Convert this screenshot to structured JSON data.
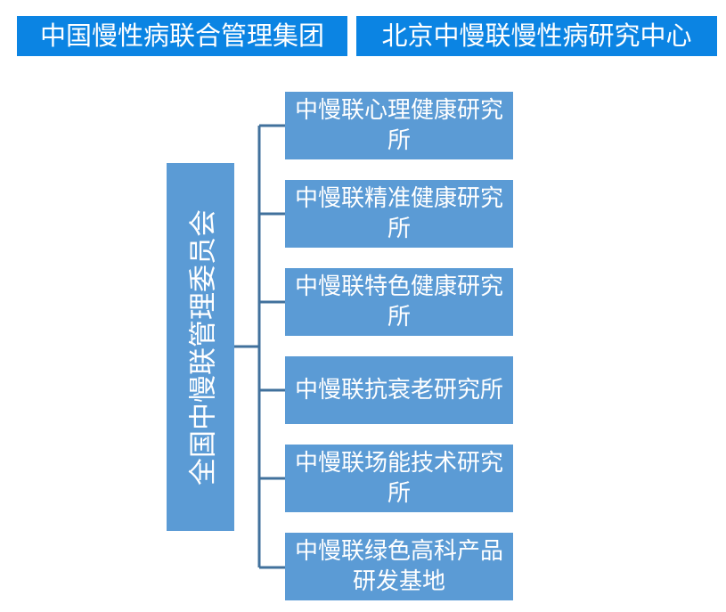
{
  "header": {
    "left_title": "中国慢性病联合管理集团",
    "right_title": "北京中慢联慢性病研究中心"
  },
  "org": {
    "root": "全国中慢联管理委员会",
    "children": [
      "中慢联心理健康研究所",
      "中慢联精准健康研究所",
      "中慢联特色健康研究所",
      "中慢联抗衰老研究所",
      "中慢联场能技术研究所",
      "中慢联绿色高科产品研发基地"
    ]
  },
  "colors": {
    "header_bg": "#0b84e3",
    "box_fill": "#5b9bd5",
    "connector": "#41719c",
    "text": "#ffffff"
  }
}
